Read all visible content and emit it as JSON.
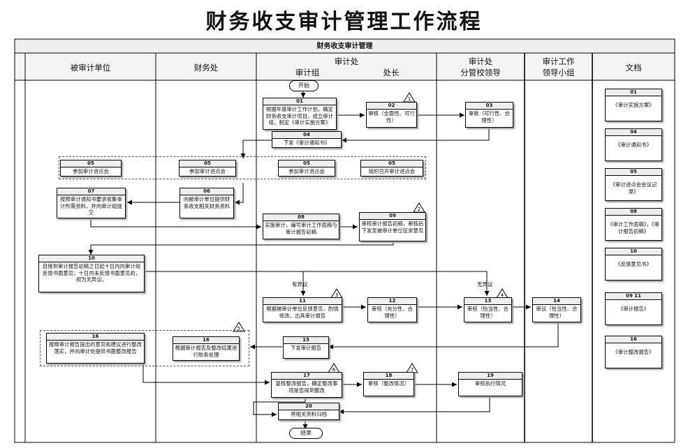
{
  "title": "财务收支审计管理工作流程",
  "pool": "财务收支审计管理",
  "lanes": {
    "audited": "被审计单位",
    "finance": "财务处",
    "audit_office": "审计处",
    "audit_group": "审计组",
    "director": "处长",
    "vp_1": "审计处",
    "vp_2": "分管校领导",
    "leader_1": "审计工作",
    "leader_2": "领导小组",
    "docs": "文档"
  },
  "start": "开始",
  "end": "结束",
  "steps": {
    "s01": {
      "num": "01",
      "text": "根据年度审计工作计划，确定财务收支审计项目，成立审计组，制定《审计实施方案》"
    },
    "s02": {
      "num": "02",
      "text": "审核（全面性、可行性）"
    },
    "s03": {
      "num": "03",
      "text": "审批（可行性、合理性）"
    },
    "s04": {
      "num": "04",
      "text": "下发《审计通知书》"
    },
    "s05a": {
      "num": "05",
      "text": "参加审计进点会"
    },
    "s05b": {
      "num": "05",
      "text": "参加审计进点会"
    },
    "s05c": {
      "num": "05",
      "text": "参加审计进点会"
    },
    "s05d": {
      "num": "05",
      "text": "组织召开审计进点会"
    },
    "s06": {
      "num": "06",
      "text": "向被审计单位提供财务收支相关财务资料"
    },
    "s07": {
      "num": "07",
      "text": "按照审计通知书要求收集审计所需资料，并向审计组提交"
    },
    "s08": {
      "num": "08",
      "text": "实施审计，编写审计工作底稿与审计报告初稿"
    },
    "s09": {
      "num": "09",
      "text": "审核审计报告初稿，审核后下发至被审计单位征求意见"
    },
    "s10": {
      "num": "10",
      "text": "自接到审计报告初稿之日起十日内向审计组反馈书面意见；十日内未反馈书面意见的，视为无异议。"
    },
    "s11": {
      "num": "11",
      "text": "根据被审计单位反馈意见，酌情修改，出具审计报告"
    },
    "s12": {
      "num": "12",
      "text": "审核（充分性、合理性）"
    },
    "s13": {
      "num": "13",
      "text": "审核（恰当性、合理性）"
    },
    "s14": {
      "num": "14",
      "text": "审议（恰当性、合理性）"
    },
    "s15": {
      "num": "15",
      "text": "下发审计报告"
    },
    "s16a": {
      "num": "16",
      "text": "按照审计报告提出的意见和建议进行整改落实，并向审计处提供书面整改报告"
    },
    "s16b": {
      "num": "16",
      "text": "根据审计报告及整改结果进行账务处理"
    },
    "s17": {
      "num": "17",
      "text": "复核整改报告，确定整改事项是否得到整改"
    },
    "s18": {
      "num": "18",
      "text": "审核（整改情况）"
    },
    "s19": {
      "num": "19",
      "text": "审核执行情况"
    },
    "s20": {
      "num": "20",
      "text": "将相关资料归档"
    }
  },
  "risk_markers": [
    "1",
    "2",
    "3",
    "4",
    "5",
    "6",
    "7"
  ],
  "branch_labels": {
    "objection": "有异议",
    "no_objection": "无异议"
  },
  "documents": [
    {
      "num": "01",
      "text": "《审计实施方案》"
    },
    {
      "num": "04",
      "text": "《审计通知书》"
    },
    {
      "num": "05",
      "text": "《审计进点会会议记录》"
    },
    {
      "num": "08",
      "text": "《审计工作底稿》、《审计报告初稿》"
    },
    {
      "num": "10",
      "text": "《反馈意见书》"
    },
    {
      "num": "09  11",
      "text": "《审计报告》"
    },
    {
      "num": "16",
      "text": "《审计整改报告》"
    }
  ]
}
